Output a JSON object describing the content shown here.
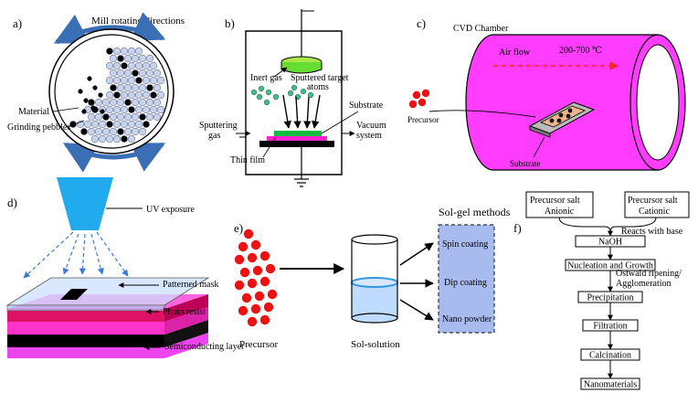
{
  "panels": {
    "a": {
      "letter": "a)",
      "mill_label": "Mill rotating directions",
      "material_label": "Material",
      "pebbles_label": "Grinding pebbles"
    },
    "b": {
      "letter": "b)",
      "inert_gas": "Inert gas",
      "sputtered_line1": "Sputtered target",
      "sputtered_line2": "atoms",
      "substrate": "Substrate",
      "sputtering_line1": "Sputtering",
      "sputtering_line2": "gas",
      "vacuum_line1": "Vacuum",
      "vacuum_line2": "system",
      "thin_film": "Thin film"
    },
    "c": {
      "letter": "c)",
      "chamber": "CVD Chamber",
      "air_flow": "Air flow",
      "temperature": "200-700 ℃",
      "precursor": "Precursor",
      "substrate": "Substrate"
    },
    "d": {
      "letter": "d)",
      "uv": "UV exposure",
      "mask": "Patterned mask",
      "resist": "Photo resist",
      "semi": "Semiconducting layer"
    },
    "e": {
      "letter": "e)",
      "precursor": "Precursor",
      "sol": "Sol-solution",
      "methods_title": "Sol-gel methods",
      "methods": [
        "Spin coating",
        "Dip coating",
        "Nano powder"
      ]
    },
    "f": {
      "letter": "f)",
      "anionic_line1": "Precursor salt",
      "anionic_line2": "Anionic",
      "cationic_line1": "Precursor salt",
      "cationic_line2": "Cationic",
      "reacts": "Reacts with base",
      "ostwald_line1": "Ostwald ripening/",
      "ostwald_line2": "Agglomeration",
      "steps": [
        "NaOH",
        "Nucleation and Growth",
        "Precipitation",
        "Filtration",
        "Calcination",
        "Nanomaterials"
      ]
    }
  },
  "colors": {
    "cvd_tube": "#ff3cff",
    "precursor_dot": "#ee1111",
    "flow_arrow": "#ff2222",
    "uv_beam": "#22aaee",
    "gas_dot": "#44bb88",
    "target_green": "#66dd33",
    "substrate_green": "#11bb44",
    "substrate_magenta": "#ff22cc",
    "resist_magenta": "#ff33cc",
    "resist_crimson": "#dd1166",
    "sol_liquid": "#bfdcff",
    "methods_box": "#a8bbee"
  }
}
